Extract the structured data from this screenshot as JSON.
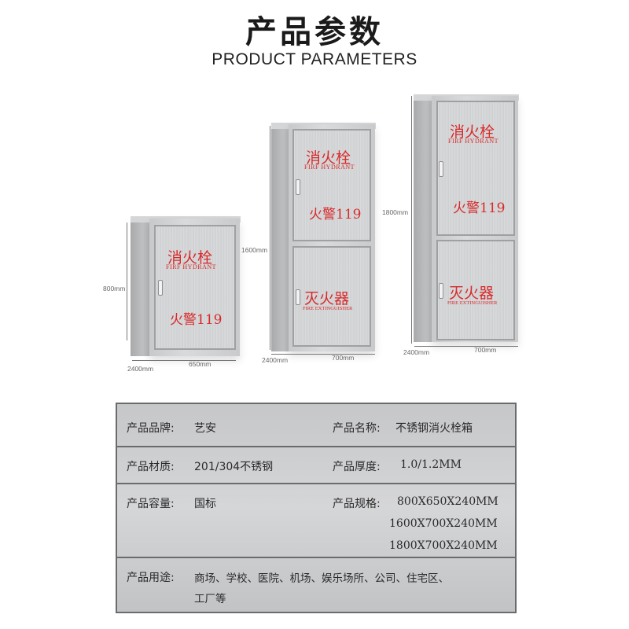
{
  "header": {
    "title_cn": "产品参数",
    "title_en": "PRODUCT PARAMETERS"
  },
  "cabinets": {
    "small": {
      "height_dim": "800mm",
      "depth_dim": "2400mm",
      "width_dim": "650mm",
      "label_cn": "消火栓",
      "label_en": "FIRF HYDRANT",
      "phone": "火警119"
    },
    "medium": {
      "height_dim": "1600mm",
      "depth_dim": "2400mm",
      "width_dim": "700mm",
      "top_label_cn": "消火栓",
      "top_label_en": "FIRF HYDRANT",
      "phone": "火警119",
      "bottom_label_cn": "灭火器",
      "bottom_label_en": "FIRE EXTINGUISHER"
    },
    "large": {
      "height_dim": "1800mm",
      "depth_dim": "2400mm",
      "width_dim": "700mm",
      "top_label_cn": "消火栓",
      "top_label_en": "FIRF HYDRANT",
      "phone": "火警119",
      "bottom_label_cn": "灭火器",
      "bottom_label_en": "FIRE EXTINGUISHER"
    }
  },
  "params": {
    "brand_label": "产品品牌:",
    "brand_value": "艺安",
    "name_label": "产品名称:",
    "name_value": "不锈钢消火栓箱",
    "material_label": "产品材质:",
    "material_value": "201/304不锈钢",
    "thickness_label": "产品厚度:",
    "thickness_value": "1.0/1.2MM",
    "capacity_label": "产品容量:",
    "capacity_value": "国标",
    "spec_label": "产品规格:",
    "spec_values": [
      "800X650X240MM",
      "1600X700X240MM",
      "1800X700X240MM"
    ],
    "usage_label": "产品用途:",
    "usage_line1": "商场、学校、医院、机场、娱乐场所、公司、住宅区、",
    "usage_line2": "工厂等"
  }
}
